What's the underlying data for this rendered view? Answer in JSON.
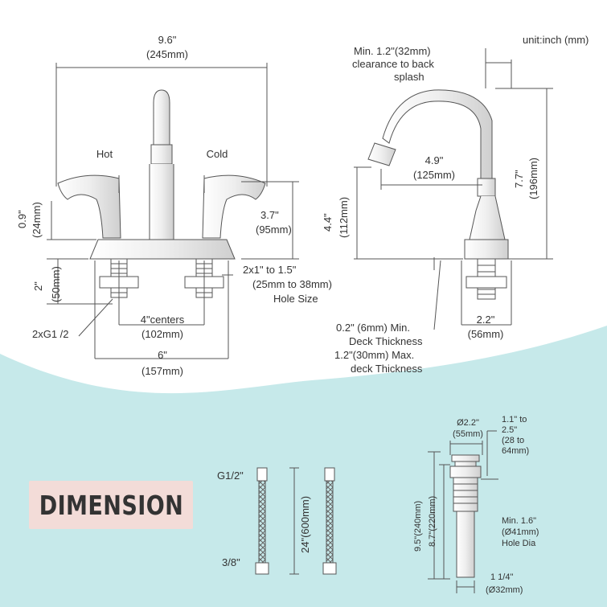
{
  "colors": {
    "background_top": "#ffffff",
    "background_bottom": "#c6e9ea",
    "line": "#555555",
    "badge": "#f3dcd8"
  },
  "unit_label": "unit:inch (mm)",
  "badge_text": "DIMENSION",
  "front_view": {
    "width_in": "9.6\"",
    "width_mm": "(245mm)",
    "hot": "Hot",
    "cold": "Cold",
    "handle_h_in": "0.9\"",
    "handle_h_mm": "(24mm)",
    "height_in": "3.7\"",
    "height_mm": "(95mm)",
    "shank_in": "2\"",
    "shank_mm": "(50mm)",
    "hole_line1": "2x1\" to 1.5\"",
    "hole_line2": "(25mm to 38mm)",
    "hole_line3": "Hole Size",
    "centers_in": "4\"centers",
    "centers_mm": "(102mm)",
    "thread": "2xG1 /2",
    "base_in": "6\"",
    "base_mm": "(157mm)"
  },
  "side_view": {
    "clearance_line1": "Min. 1.2\"(32mm)",
    "clearance_line2": "clearance to back",
    "clearance_line3": "splash",
    "reach_in": "4.9\"",
    "reach_mm": "(125mm)",
    "spout_h_in": "4.4\"",
    "spout_h_mm": "(112mm)",
    "total_h_in": "7.7\"",
    "total_h_mm": "(196mm)",
    "base_in": "2.2\"",
    "base_mm": "(56mm)",
    "deck_line1": "0.2\" (6mm) Min.",
    "deck_line2": "Deck Thickness",
    "deck_line3": "1.2\"(30mm) Max.",
    "deck_line4": "deck Thickness"
  },
  "hoses": {
    "top_thread": "G1/2\"",
    "bottom_thread": "3/8\"",
    "length": "24\"(600mm)"
  },
  "drain": {
    "top_in": "Ø2.2\"",
    "top_mm": "(55mm)",
    "range_line1": "1.1\" to",
    "range_line2": "2.5\"",
    "range_line3": "(28 to",
    "range_line4": "64mm)",
    "total": "9.5\"(240mm)",
    "body": "8.7\"(220mm)",
    "hole_line1": "Min. 1.6\"",
    "hole_line2": "(Ø41mm)",
    "hole_line3": "Hole Dia",
    "pipe_in": "1 1/4\"",
    "pipe_mm": "(Ø32mm)"
  }
}
